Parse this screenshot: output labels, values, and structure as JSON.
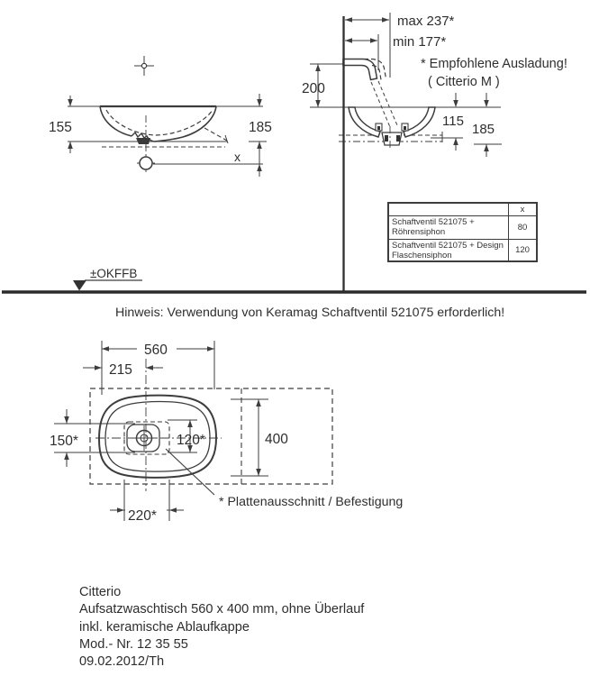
{
  "front_view": {
    "height_left": "155",
    "height_right": "185",
    "dim_x_label": "x"
  },
  "side_view": {
    "reach_max": "max 237*",
    "reach_min": "min 177*",
    "faucet_height": "200",
    "depth_inner": "115",
    "height_total": "185",
    "note_line1": "* Empfohlene Ausladung!",
    "note_line2": "( Citterio M )"
  },
  "valve_table": {
    "header_x": "x",
    "rows": [
      {
        "name": "Schaftventil 521075 + Röhrensiphon",
        "x": "80"
      },
      {
        "name": "Schaftventil 521075 + Design Flaschensiphon",
        "x": "120"
      }
    ]
  },
  "floor_label": "±OKFFB",
  "notice": "Hinweis: Verwendung von Keramag Schaftventil 521075 erforderlich!",
  "plan_view": {
    "width": "560",
    "offset_left": "215",
    "cutout_height": "150*",
    "cutout_center": "120*",
    "depth": "400",
    "cutout_width": "220*",
    "note": "* Plattenausschnitt / Befestigung"
  },
  "footer": {
    "series": "Citterio",
    "description": "Aufsatzwaschtisch 560 x 400 mm, ohne Überlauf",
    "extra": "inkl. keramische Ablaufkappe",
    "model": "Mod.- Nr. 12 35 55",
    "date": "09.02.2012/Th"
  },
  "colors": {
    "line": "#3d3d3d",
    "text": "#2e2e2e"
  }
}
